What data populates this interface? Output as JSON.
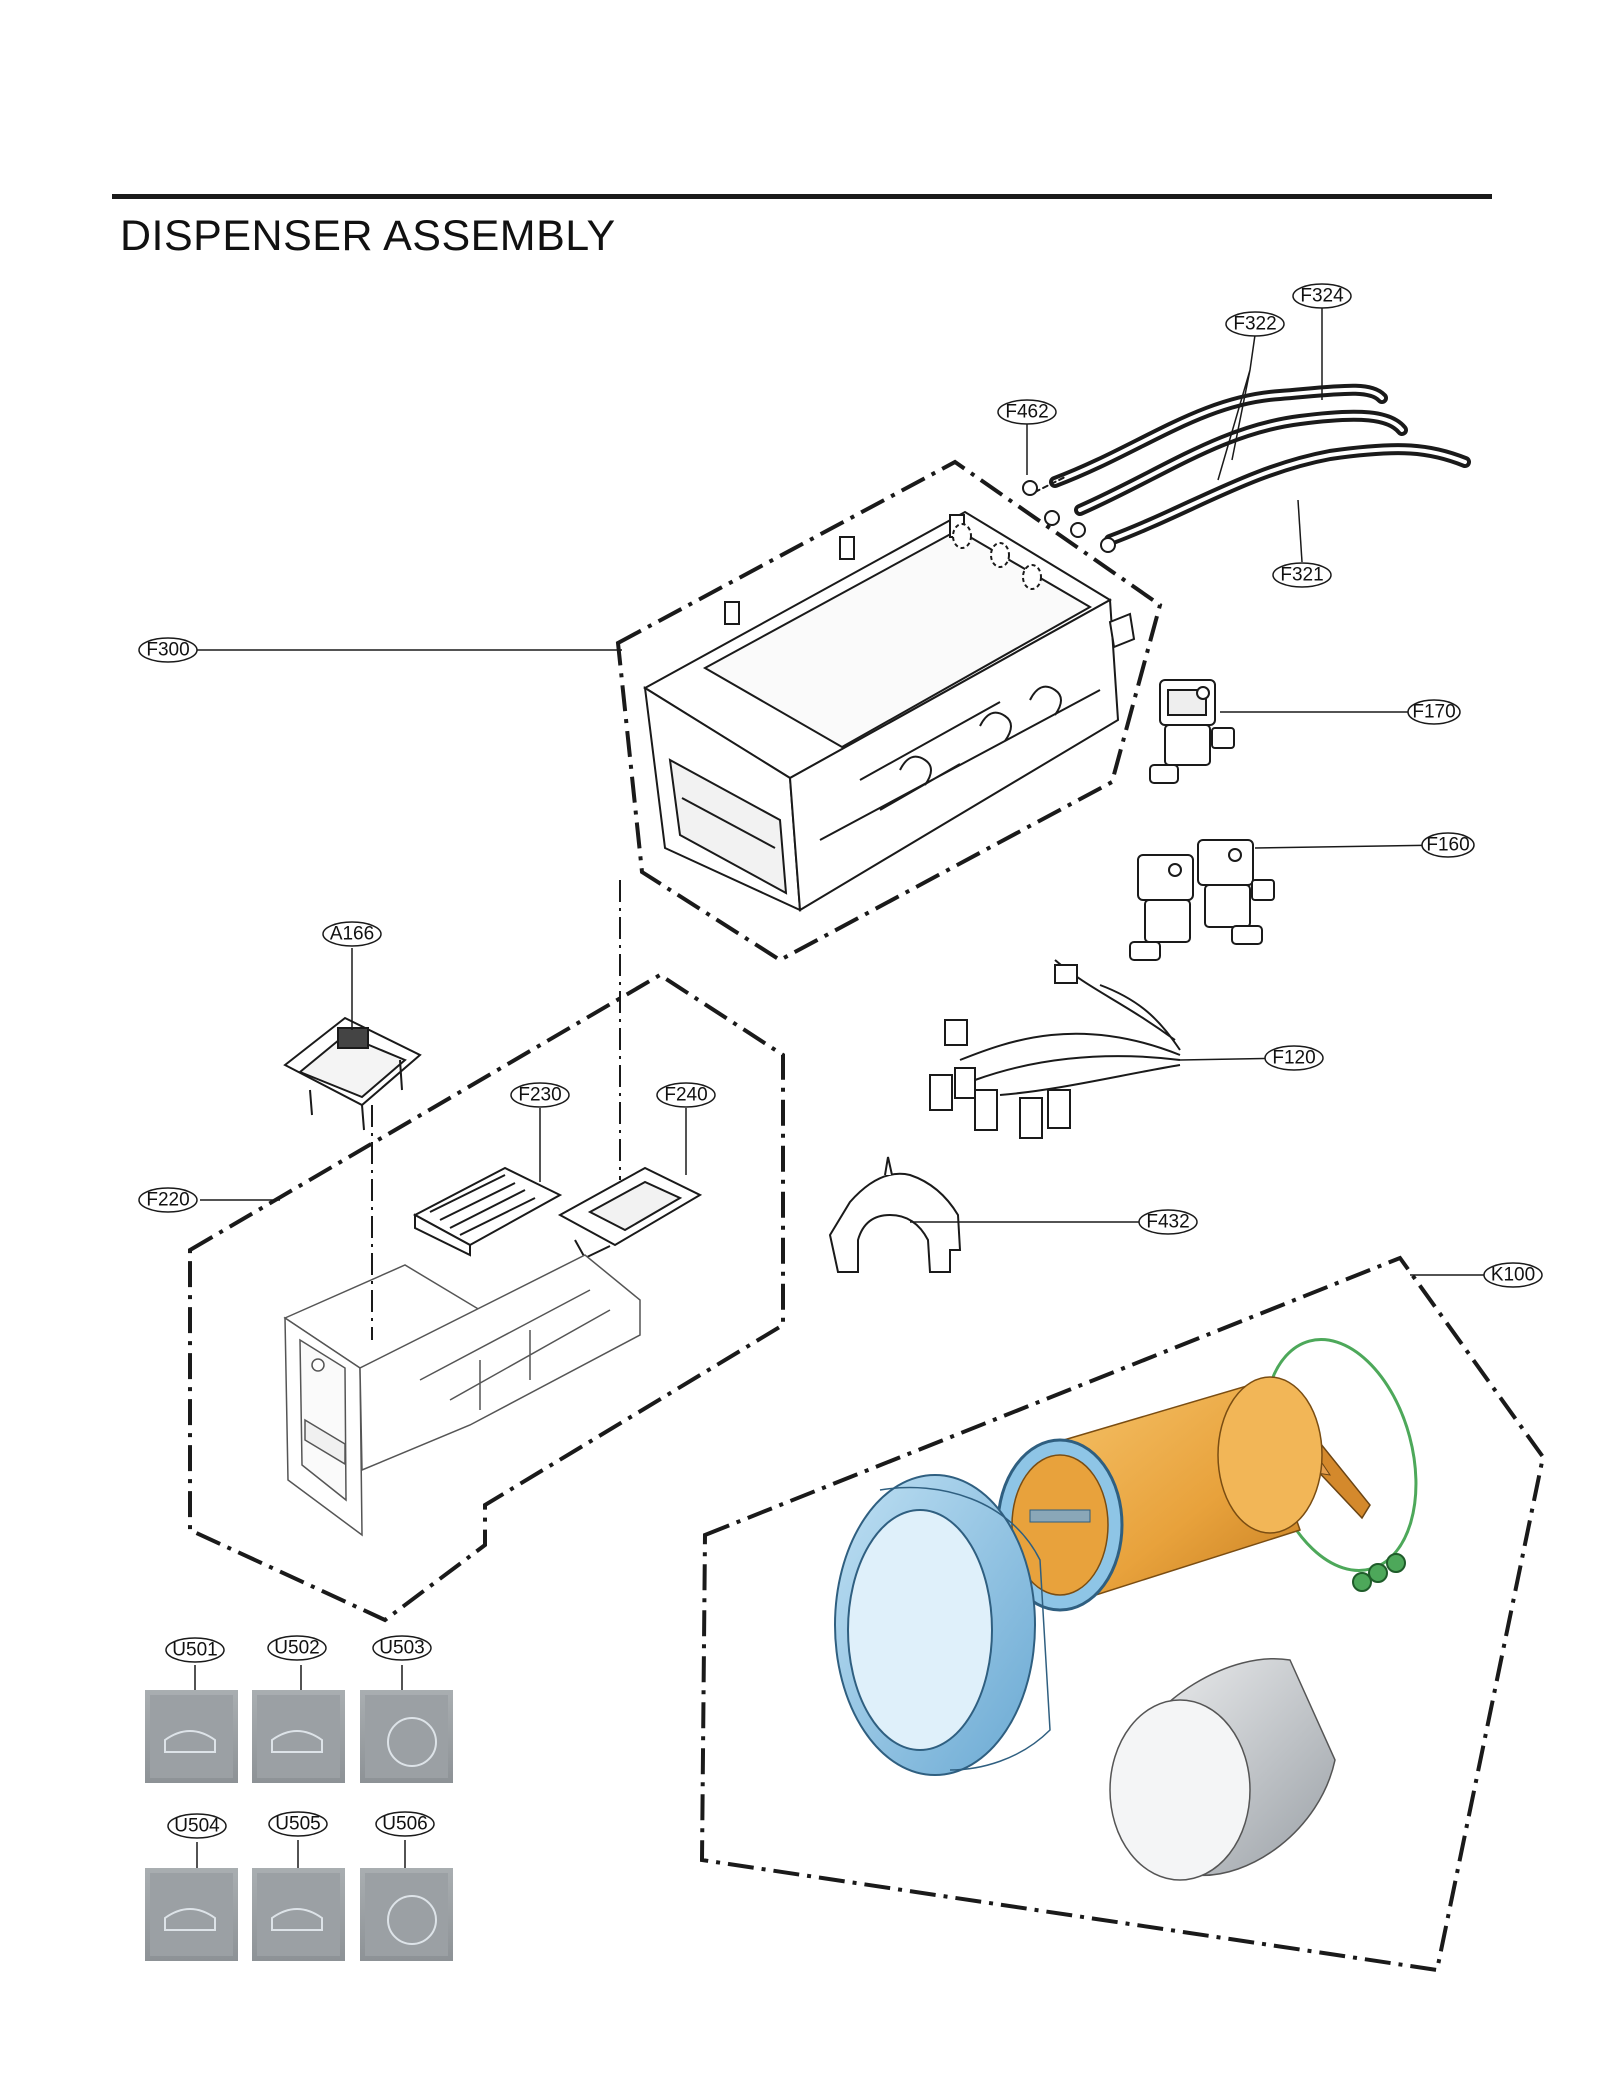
{
  "page": {
    "title": "DISPENSER ASSEMBLY"
  },
  "callouts": [
    {
      "id": "F324",
      "label": "F324"
    },
    {
      "id": "F322",
      "label": "F322"
    },
    {
      "id": "F462",
      "label": "F462"
    },
    {
      "id": "F321",
      "label": "F321"
    },
    {
      "id": "F300",
      "label": "F300"
    },
    {
      "id": "F170",
      "label": "F170"
    },
    {
      "id": "F160",
      "label": "F160"
    },
    {
      "id": "A166",
      "label": "A166"
    },
    {
      "id": "F230",
      "label": "F230"
    },
    {
      "id": "F240",
      "label": "F240"
    },
    {
      "id": "F120",
      "label": "F120"
    },
    {
      "id": "F220",
      "label": "F220"
    },
    {
      "id": "F432",
      "label": "F432"
    },
    {
      "id": "K100",
      "label": "K100"
    },
    {
      "id": "U501",
      "label": "U501"
    },
    {
      "id": "U502",
      "label": "U502"
    },
    {
      "id": "U503",
      "label": "U503"
    },
    {
      "id": "U504",
      "label": "U504"
    },
    {
      "id": "U505",
      "label": "U505"
    },
    {
      "id": "U506",
      "label": "U506"
    }
  ],
  "parts": [
    {
      "id": "hoses",
      "icon": "hose-icon"
    },
    {
      "id": "dispenser-housing",
      "icon": "dispenser-housing-icon"
    },
    {
      "id": "single-valve",
      "icon": "water-valve-icon"
    },
    {
      "id": "double-valve",
      "icon": "double-water-valve-icon"
    },
    {
      "id": "wire-harness",
      "icon": "wire-harness-icon"
    },
    {
      "id": "hose-bracket",
      "icon": "bracket-icon"
    },
    {
      "id": "detergent-cup",
      "icon": "detergent-cup-icon"
    },
    {
      "id": "softener-cover",
      "icon": "softener-cover-icon"
    },
    {
      "id": "bleach-cover",
      "icon": "bleach-cover-icon"
    },
    {
      "id": "drawer",
      "icon": "dispenser-drawer-icon"
    },
    {
      "id": "drum-kit",
      "icon": "drum-kit-icon"
    },
    {
      "id": "kit-boxes",
      "icon": "product-box-icon"
    }
  ],
  "colors": {
    "line": "#1a1a1a",
    "drum": "#e8a23c",
    "tub_front": "#8ec5e6",
    "tub_rear": "#bfc4c8",
    "spider": "#d4892c",
    "gasket": "#4da85a"
  }
}
